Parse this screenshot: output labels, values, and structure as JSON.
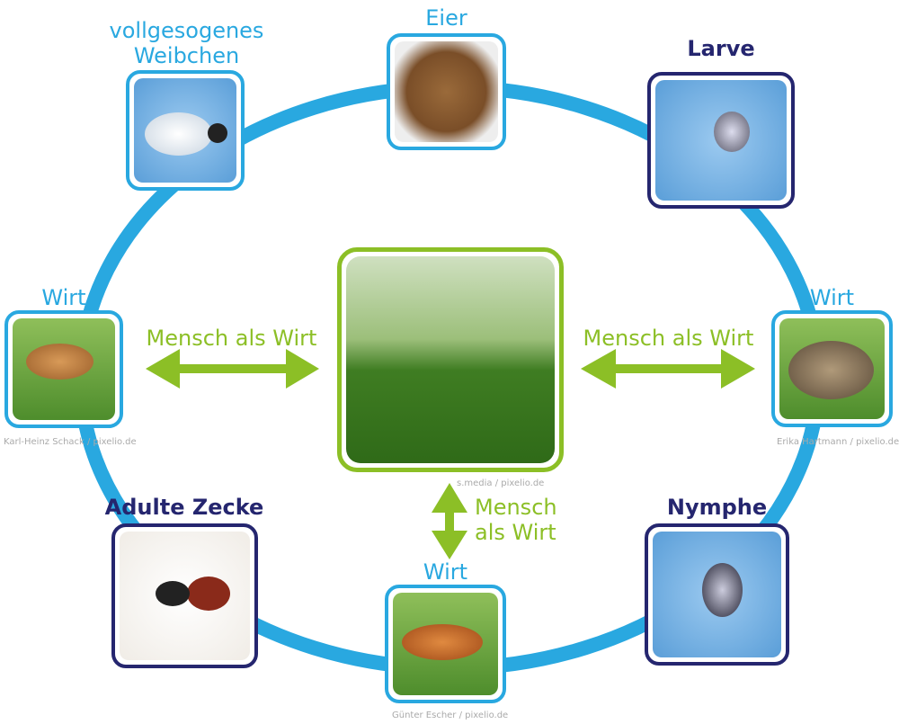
{
  "stages": {
    "engorged_female": "vollgesogenes Weibchen",
    "eggs": "Eier",
    "larva": "Larve",
    "nymph": "Nymphe",
    "adult": "Adulte Zecke"
  },
  "hosts": {
    "left": "Wirt",
    "right": "Wirt",
    "bottom": "Wirt"
  },
  "human_host": {
    "left": "Mensch als Wirt",
    "right": "Mensch als Wirt",
    "bottom_line1": "Mensch",
    "bottom_line2": "als Wirt"
  },
  "credits": {
    "deer": "Karl-Heinz Schack / pixelio.de",
    "hedgehog": "Erika Hartmann / pixelio.de",
    "fox": "Günter Escher / pixelio.de",
    "center": "s.media / pixelio.de"
  },
  "colors": {
    "ring": "#29a8e0",
    "navy": "#25266f",
    "green": "#8cbf26"
  }
}
